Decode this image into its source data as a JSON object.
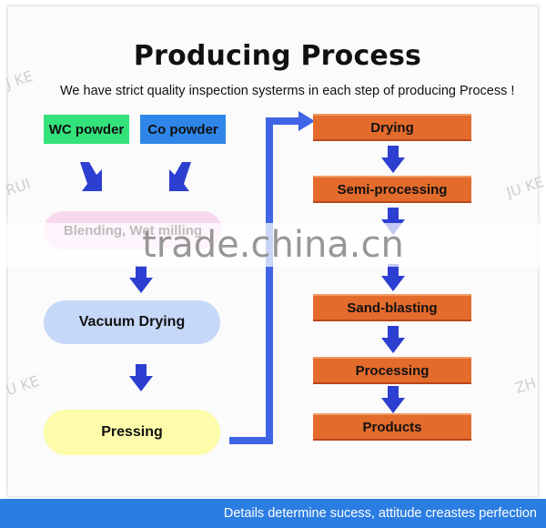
{
  "title": "Producing Process",
  "subtitle": "We have strict quality inspection systerms in each step of producing Process !",
  "left_steps": {
    "wc_powder": "WC powder",
    "co_powder": "Co powder",
    "blending": "Blending, Wet milling",
    "vacuum": "Vacuum Drying",
    "pressing": "Pressing"
  },
  "right_steps": [
    "Drying",
    "Semi-processing",
    "Sand-blasting",
    "Processing",
    "Products"
  ],
  "watermark": "trade.china.cn",
  "side_marks": {
    "left_top": "J KE",
    "left_mid": "RUI",
    "left_low": "U KE",
    "right_mid": "JU KE",
    "right_low": "ZH"
  },
  "footer": "Details determine sucess, attitude creastes perfection",
  "colors": {
    "arrow": "#2d3fd0",
    "connector": "#3f64e6",
    "wc": "#34e27b",
    "co": "#2f86e8",
    "blend": "#f7d9ef",
    "vacuum": "#c5d8f8",
    "pressing": "#fdfcaa",
    "step": "#e36b2c",
    "footer": "#2b7de2"
  }
}
